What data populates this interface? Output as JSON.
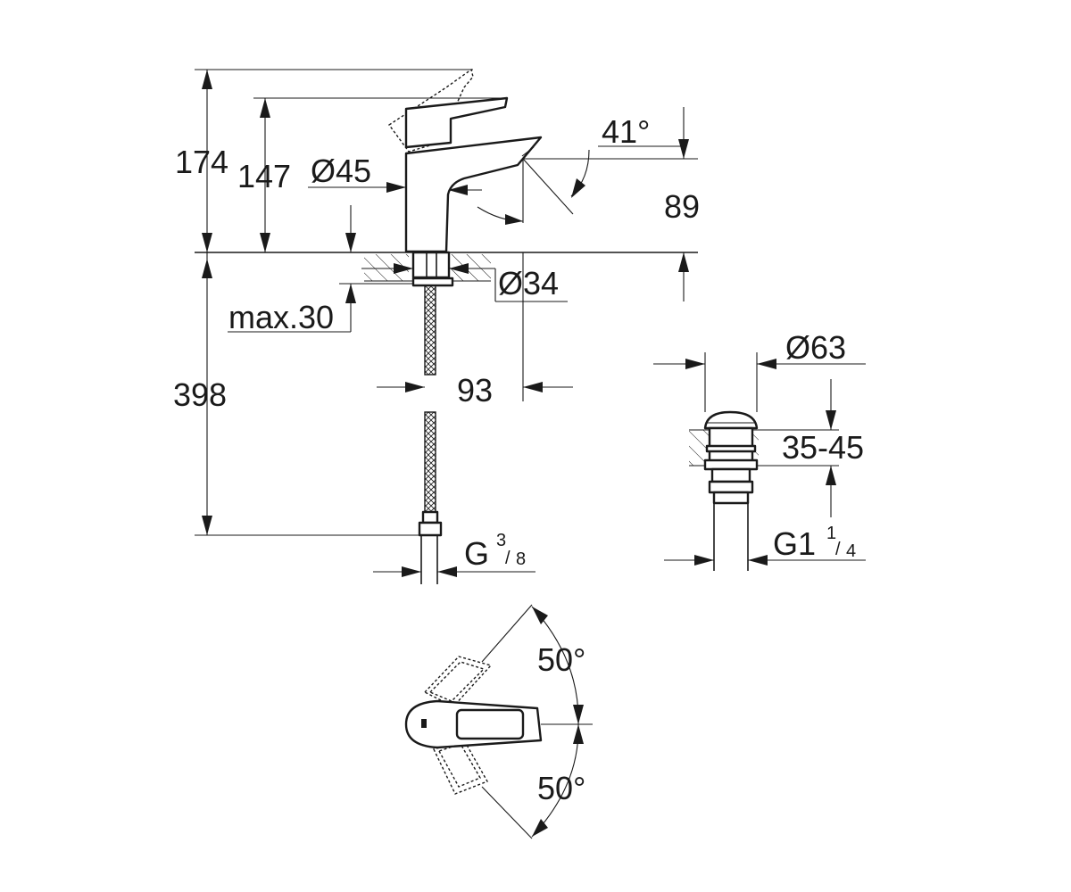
{
  "dimensions": {
    "total_height": "174",
    "spout_height": "147",
    "body_diameter": "Ø45",
    "spout_angle": "41°",
    "spout_clearance": "89",
    "shank_diameter": "Ø34",
    "max_deck_thickness": "max.30",
    "projection": "93",
    "hose_length": "398",
    "hose_connection_main": "G",
    "hose_connection_num": "3",
    "hose_connection_den": "8",
    "waste_diameter": "Ø63",
    "waste_thickness_range": "35-45",
    "waste_thread_main": "G1",
    "waste_thread_num": "1",
    "waste_thread_den": "4",
    "lever_angle_top": "50°",
    "lever_angle_bottom": "50°"
  },
  "colors": {
    "line": "#1a1a1a",
    "background": "#ffffff"
  }
}
